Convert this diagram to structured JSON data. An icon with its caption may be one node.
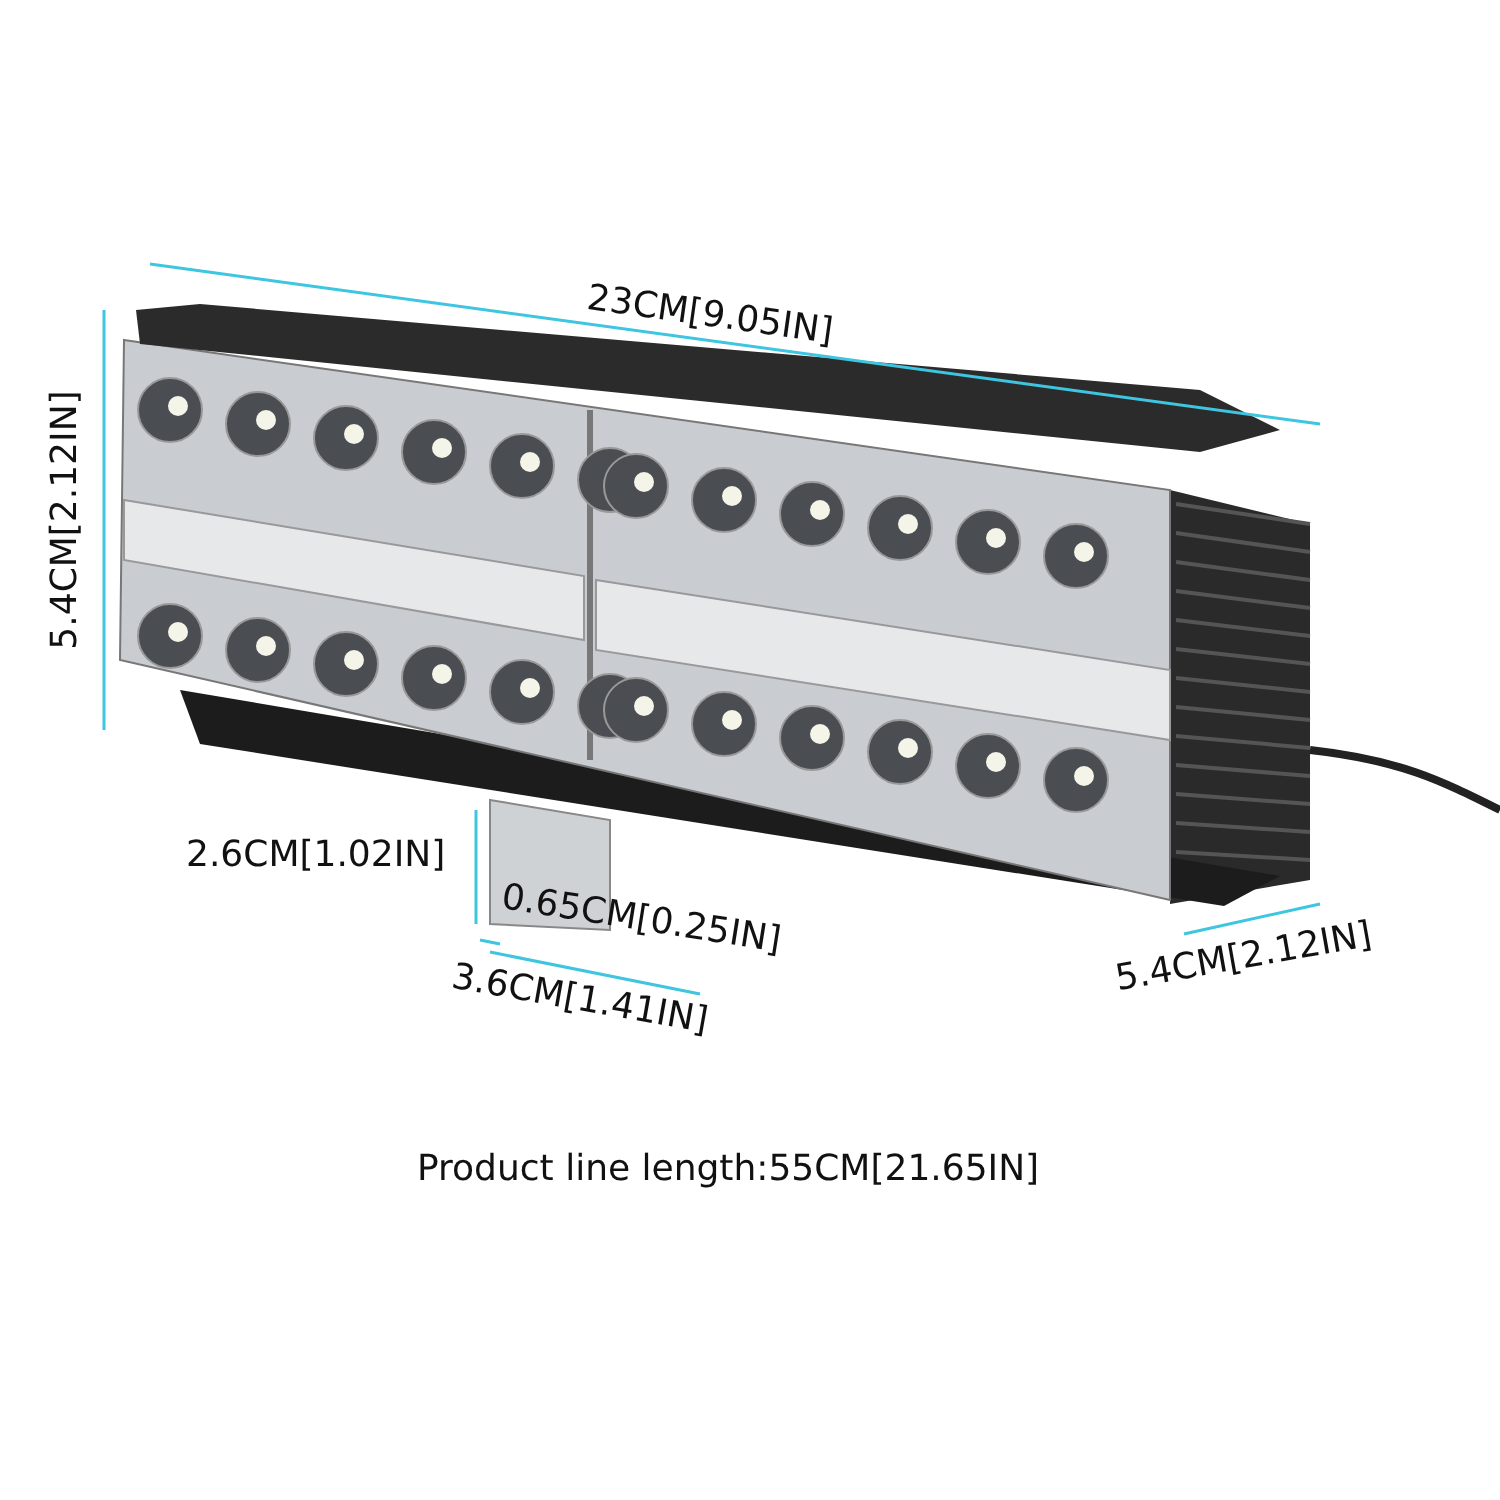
{
  "diagram": {
    "labels": [
      "23CM[9.05IN]",
      "5.4CM[2.12IN]",
      "2.6CM[1.02IN]",
      "0.65CM[0.25IN]",
      "3.6CM[1.41IN]",
      "5.4CM[2.12IN]",
      "Product line length:55CM[21.65IN]"
    ]
  }
}
